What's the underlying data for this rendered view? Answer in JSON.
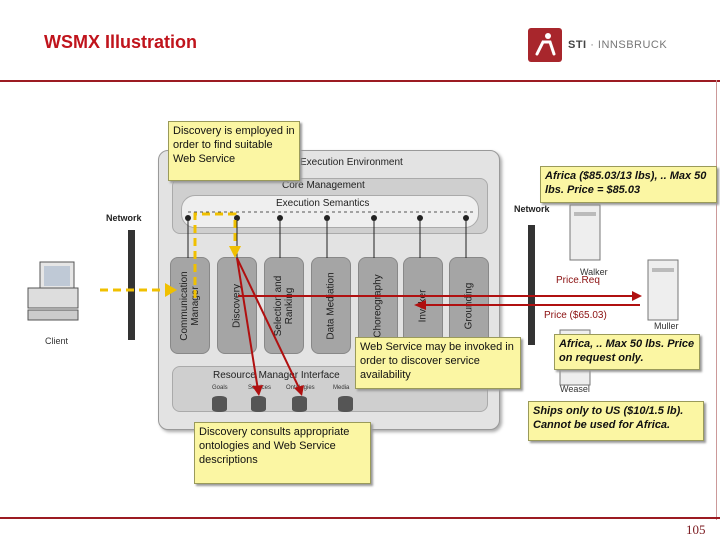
{
  "title": "WSMX Illustration",
  "logo": {
    "brand": "STI",
    "separator": "·",
    "name": "INNSBRUCK"
  },
  "page_number": "105",
  "environment": {
    "title": "Execution Environment",
    "core_management": "Core Management",
    "execution_semantics": "Execution Semantics",
    "components": [
      {
        "label": "Communication\nManager"
      },
      {
        "label": "Discovery"
      },
      {
        "label": "Selection and\nRanking"
      },
      {
        "label": "Data Mediation"
      },
      {
        "label": "Choreography"
      },
      {
        "label": "Invoker"
      },
      {
        "label": "Grounding"
      }
    ],
    "resource_manager": "Resource Manager Interface",
    "resources": [
      "Goals",
      "Services",
      "Ontologies",
      "Media"
    ]
  },
  "network_labels": [
    "Network",
    "Network"
  ],
  "client_label": "Client",
  "servers": {
    "walker": "Walker",
    "muller": "Muller",
    "weasel": "Weasel"
  },
  "notes": {
    "discovery_employed": "Discovery is employed in order to find suitable Web Service",
    "discovery_consults": "Discovery consults appropriate ontologies and Web Service descriptions",
    "invoked": "Web Service may be invoked in order to discover service availability",
    "africa_walker": "Africa ($85.03/13 lbs), .. Max 50 lbs. Price = $85.03",
    "africa_muller": "Africa, .. Max 50 lbs. Price on request only.",
    "ships_only": "Ships only to US ($10/1.5 lb). Cannot be used for Africa."
  },
  "price_req": "Price.Req",
  "price_value": "Price ($65.03)",
  "colors": {
    "accent": "#c0141c",
    "note": "#fbf6a3",
    "arrow": "#b01010",
    "dashed": "#f0c000"
  }
}
